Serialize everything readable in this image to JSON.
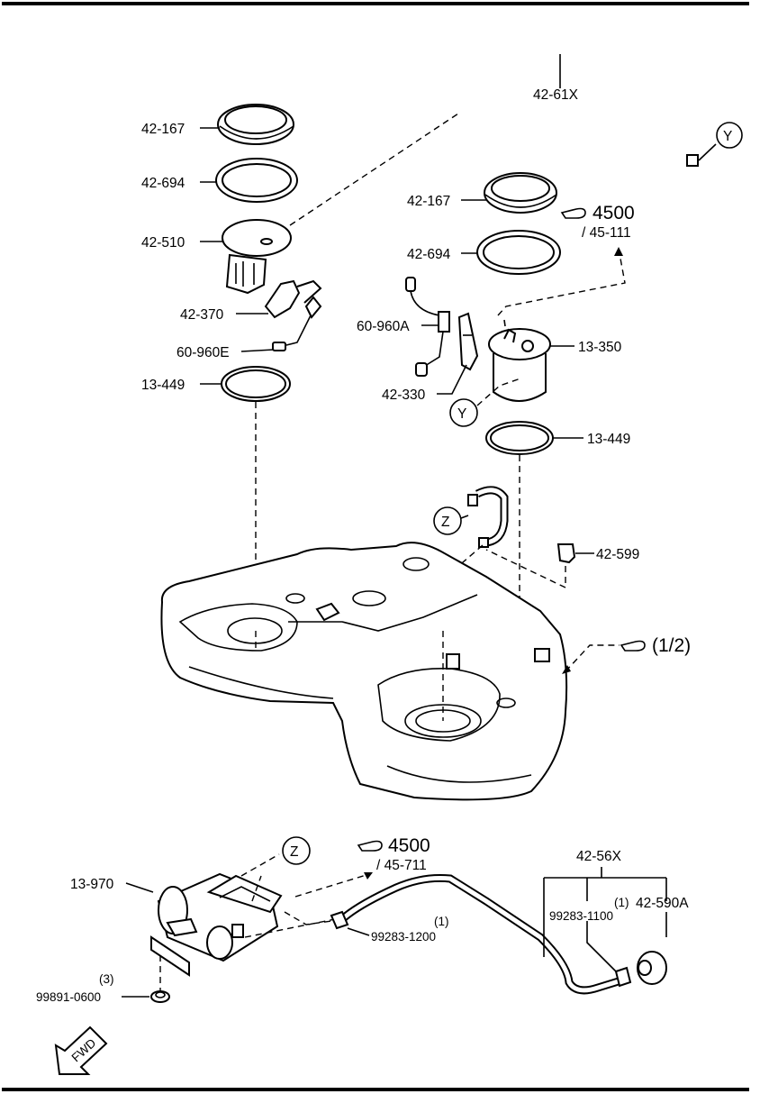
{
  "labels": {
    "p42_167_a": "42-167",
    "p42_694_a": "42-694",
    "p42_510": "42-510",
    "p42_370": "42-370",
    "p60_960E": "60-960E",
    "p13_449_a": "13-449",
    "p42_61X": "42-61X",
    "p42_167_b": "42-167",
    "p42_694_b": "42-694",
    "p60_960A": "60-960A",
    "p42_330": "42-330",
    "p13_350": "13-350",
    "p13_449_b": "13-449",
    "p42_599": "42-599",
    "p13_970": "13-970",
    "p99891_0600": "99891-0600",
    "p99891_qty": "(3)",
    "p99283_1200": "99283-1200",
    "p99283_1200_qty": "(1)",
    "p42_56X": "42-56X",
    "p99283_1100": "99283-1100",
    "p42_590A": "42-590A",
    "p42_590A_qty": "(1)"
  },
  "markers": {
    "y_top": "Y",
    "y_mid": "Y",
    "z_mid": "Z",
    "z_bottom": "Z"
  },
  "references": {
    "ref1_main": "4500",
    "ref1_sub": "/ 45-111",
    "ref2_main": "(1/2)",
    "ref3_main": "4500",
    "ref3_sub": "/ 45-711"
  },
  "fwd": "FWD",
  "colors": {
    "ink": "#000000",
    "paper": "#ffffff"
  },
  "icons": [
    "pointing-hand-icon",
    "fwd-arrow-icon"
  ]
}
